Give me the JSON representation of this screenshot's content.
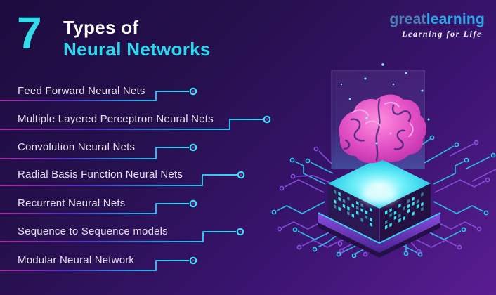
{
  "header": {
    "number": "7",
    "title_line1": "Types of",
    "title_line2": "Neural Networks"
  },
  "logo": {
    "part1": "great",
    "part2": "learning",
    "tagline": "Learning for Life"
  },
  "list": {
    "items": [
      {
        "label": "Feed Forward Neural Nets"
      },
      {
        "label": "Multiple Layered Perceptron Neural Nets"
      },
      {
        "label": "Convolution Neural Nets"
      },
      {
        "label": "Radial Basis Function Neural Nets"
      },
      {
        "label": "Recurrent Neural Nets"
      },
      {
        "label": "Sequence to Sequence models"
      },
      {
        "label": "Modular Neural Network"
      }
    ]
  },
  "colors": {
    "background_start": "#1d0c3f",
    "background_end": "#5a1d92",
    "accent_cyan": "#35dbeb",
    "accent_magenta": "#a82fa0",
    "line_blue": "#2a9fe8",
    "text": "#e6e1f0",
    "logo_blue_dark": "#4a82b8",
    "logo_blue_light": "#2aa9e8",
    "brain_pink": "#e14ec4",
    "chip_glow": "#6beef9"
  }
}
